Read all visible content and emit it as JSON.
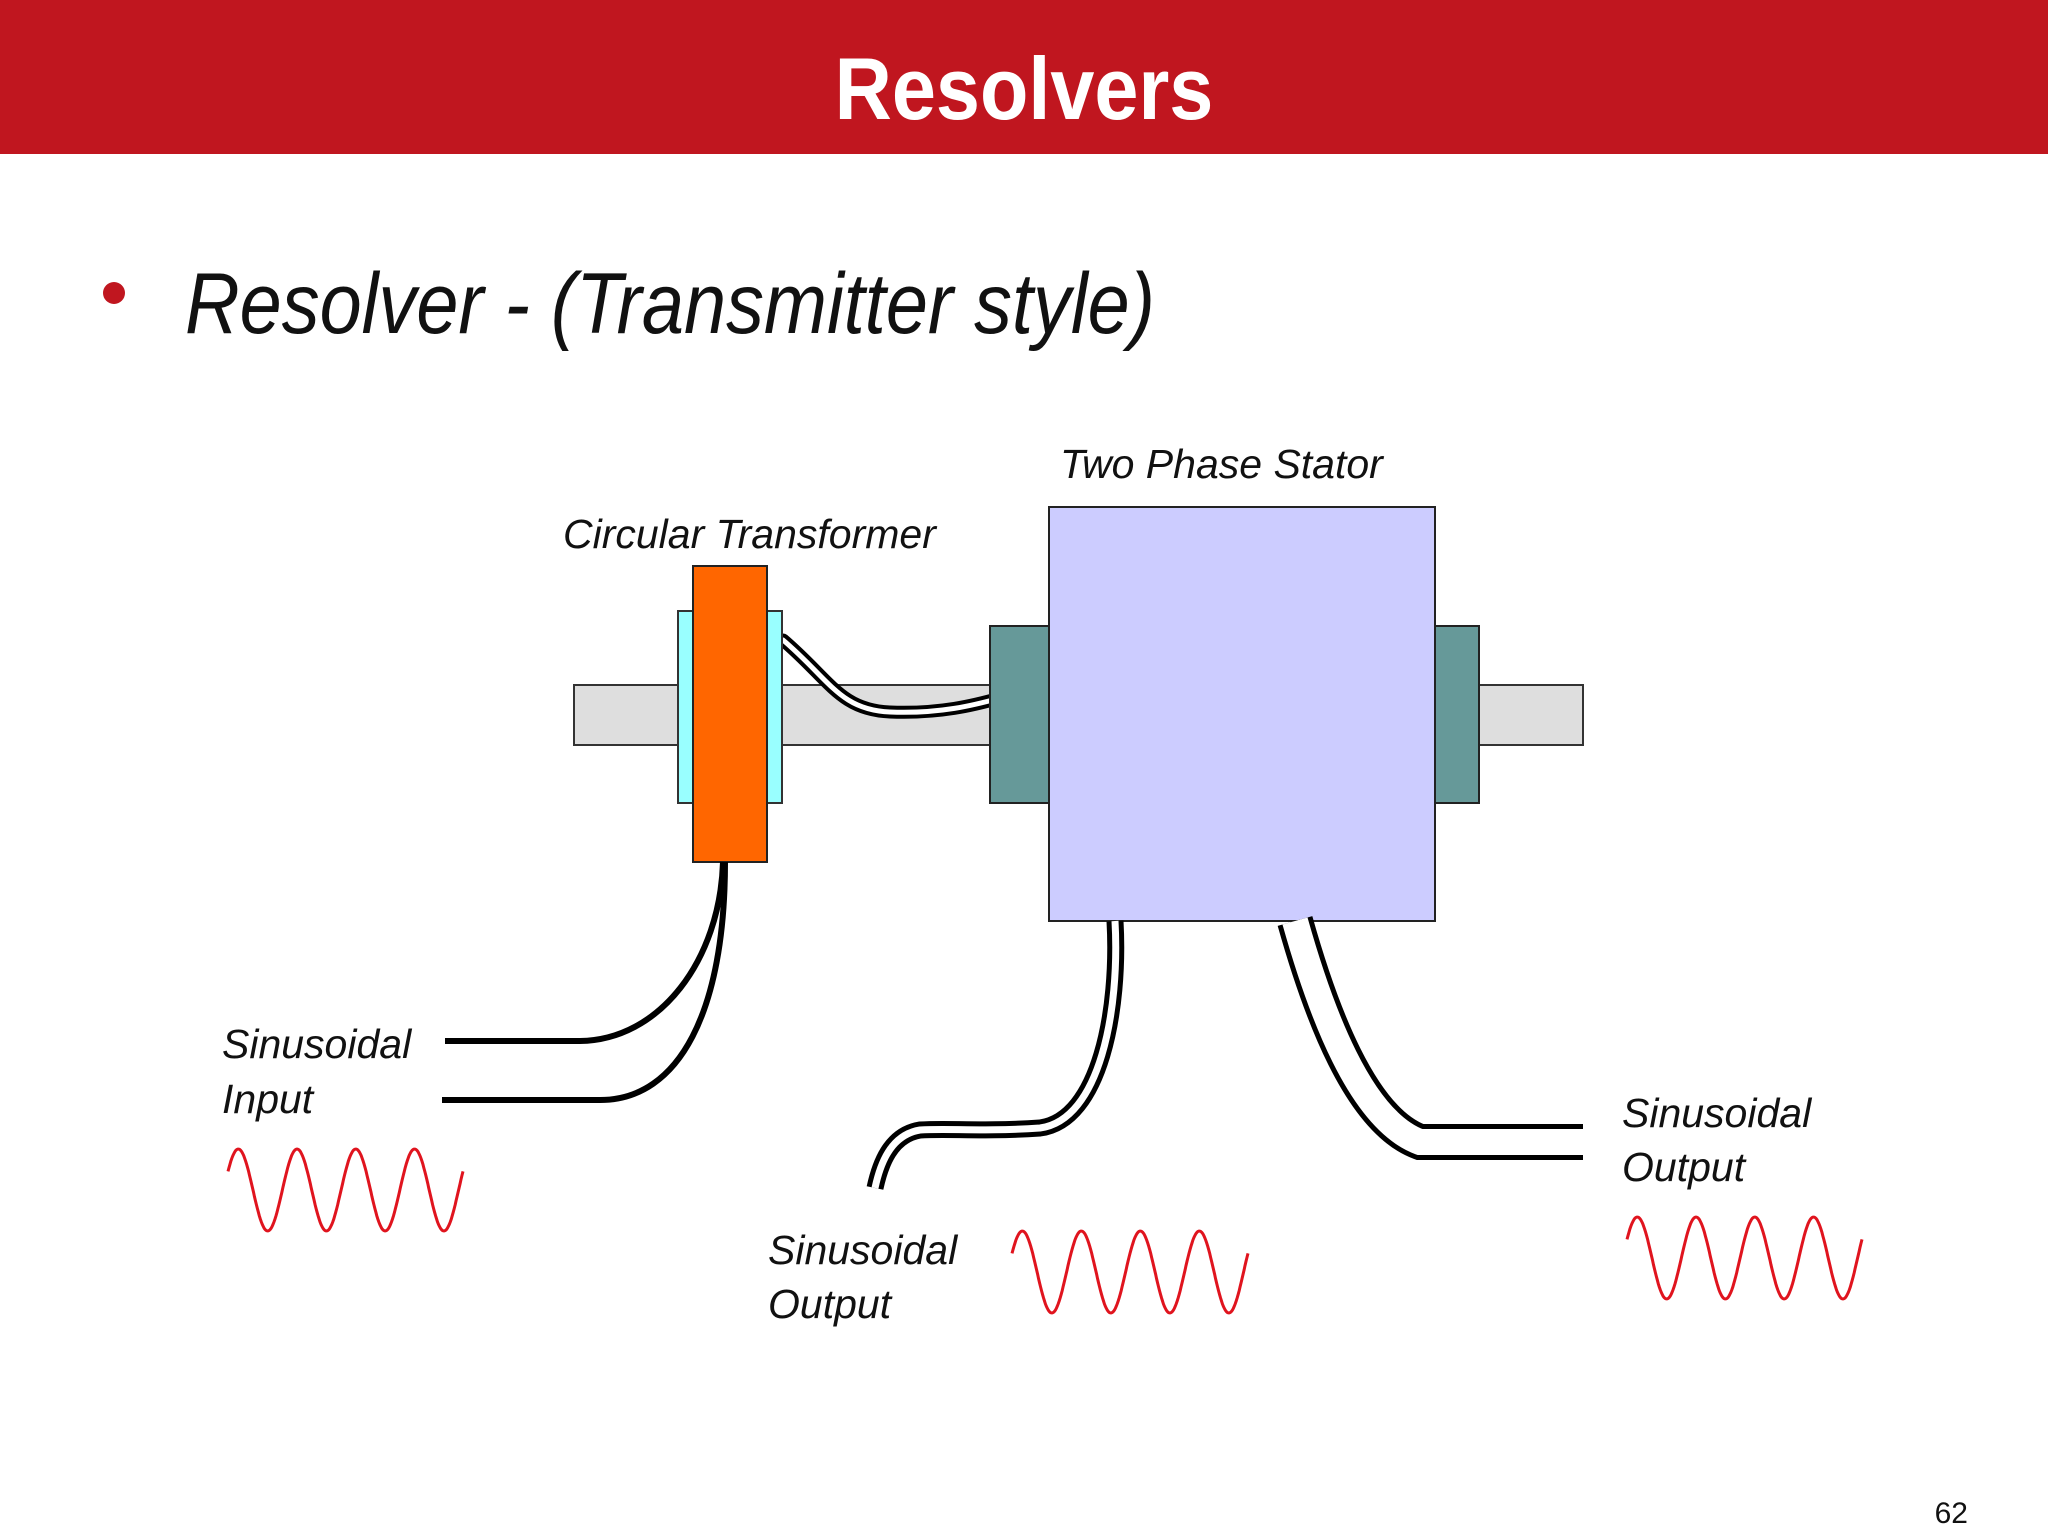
{
  "header": {
    "title": "Resolvers"
  },
  "bullet": {
    "text": "Resolver - (Transmitter style)"
  },
  "diagram": {
    "labels": {
      "circular_transformer": "Circular Transformer",
      "two_phase_stator": "Two Phase Stator",
      "input_line1": "Sinusoidal",
      "input_line2": "Input",
      "output_mid_line1": "Sinusoidal",
      "output_mid_line2": "Output",
      "output_right_line1": "Sinusoidal",
      "output_right_line2": "Output"
    },
    "colors": {
      "accent": "#c0161f",
      "transformer": "#ff6600",
      "transformer_collar": "#99ffff",
      "stator": "#ccccff",
      "bearing": "#669999",
      "shaft": "#dedede",
      "wave": "#e0141e"
    },
    "waves": {
      "cycles": 4
    }
  },
  "footer": {
    "page_number": "62"
  }
}
